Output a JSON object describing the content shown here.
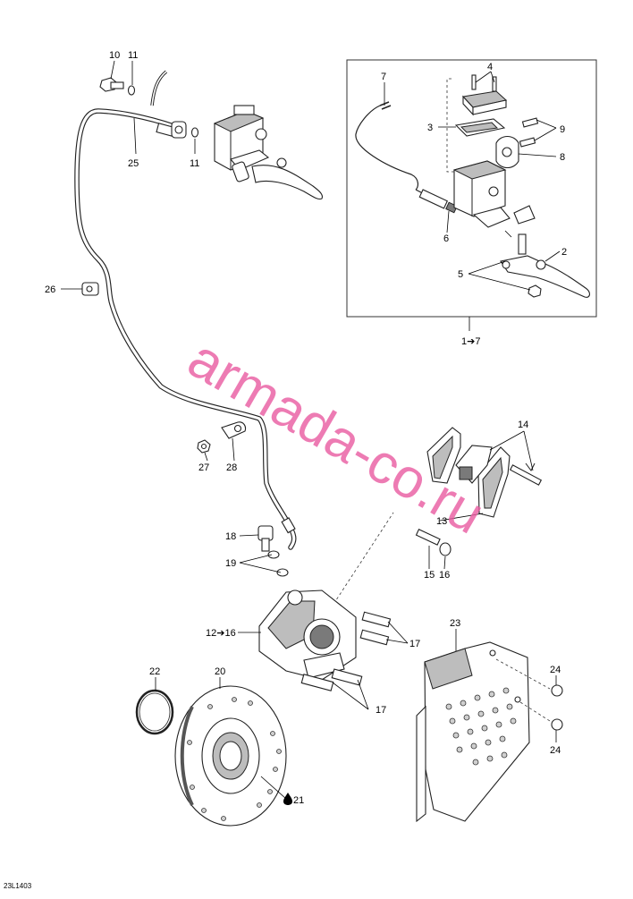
{
  "diagram": {
    "drawing_code": "23L1403",
    "watermark": "armada-co.ru",
    "inset_label": "1➔7",
    "callouts": {
      "c1": "10",
      "c2": "11",
      "c3": "25",
      "c4": "11",
      "c5": "26",
      "c6": "7",
      "c7": "4",
      "c8": "3",
      "c9": "9",
      "c10": "8",
      "c11": "6",
      "c12": "2",
      "c13": "5",
      "c14": "27",
      "c15": "28",
      "c16": "14",
      "c17": "13",
      "c18": "18",
      "c19": "19",
      "c20": "15",
      "c21": "16",
      "c22": "12➔16",
      "c23": "17",
      "c24": "17",
      "c25": "22",
      "c26": "20",
      "c27": "21",
      "c28": "23",
      "c29": "24",
      "c30": "24"
    }
  }
}
